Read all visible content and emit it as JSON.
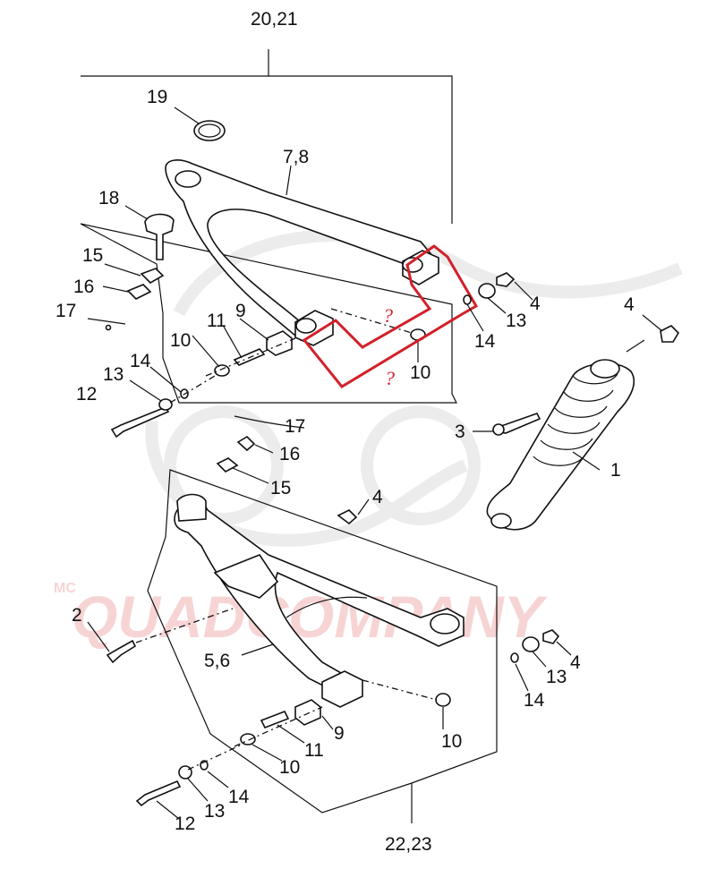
{
  "watermark": {
    "prefix": "MC",
    "text": "QUADCOMPANY"
  },
  "labels": {
    "top_group": "20,21",
    "bottom_group": "22,23",
    "top": {
      "p19": "19",
      "p78": "7,8",
      "p18": "18",
      "p15": "15",
      "p16": "16",
      "p17": "17",
      "p9": "9",
      "p11": "11",
      "p10a": "10",
      "p10b": "10",
      "p14": "14",
      "p13": "13",
      "p12": "12"
    },
    "right": {
      "p4a": "4",
      "p13": "13",
      "p14": "14",
      "p4b": "4",
      "p3": "3",
      "p1": "1"
    },
    "mid": {
      "p17": "17",
      "p16": "16",
      "p15": "15",
      "p4": "4"
    },
    "bottom": {
      "p2": "2",
      "p56": "5,6",
      "p4": "4",
      "p13": "13",
      "p14": "14",
      "p9": "9",
      "p11": "11",
      "p10a": "10",
      "p10b": "10",
      "p12": "12",
      "p13b": "13",
      "p14b": "14"
    },
    "question_a": "?",
    "question_b": "?"
  },
  "colors": {
    "highlight": "#d3202a",
    "line": "#111111",
    "watermark_text": "#f7d4d4"
  }
}
